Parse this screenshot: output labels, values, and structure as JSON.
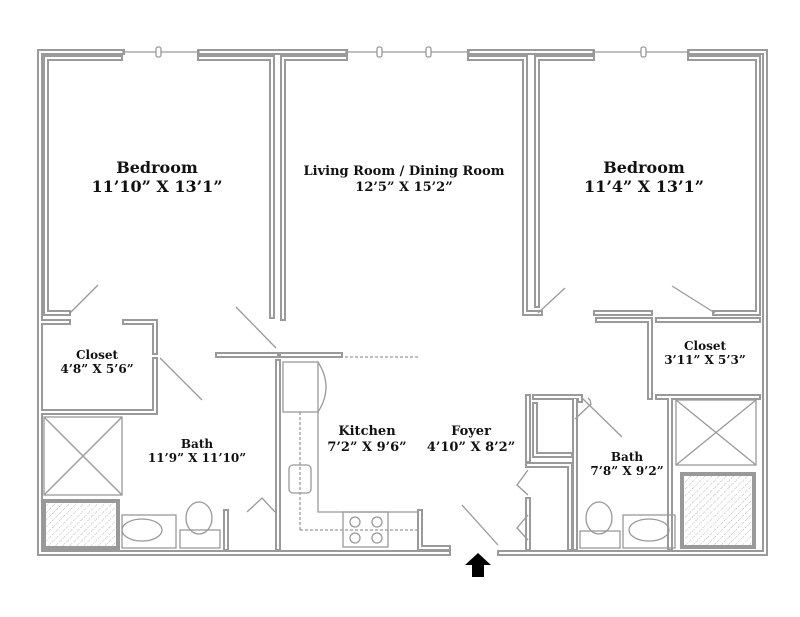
{
  "rooms": {
    "bedroom_left": {
      "name": "Bedroom",
      "size": "11’10” X 13’1”"
    },
    "living": {
      "name": "Living Room / Dining Room",
      "size": "12’5” X 15’2”"
    },
    "bedroom_right": {
      "name": "Bedroom",
      "size": "11’4” X 13’1”"
    },
    "closet_left": {
      "name": "Closet",
      "size": "4’8” X 5’6”"
    },
    "bath_left": {
      "name": "Bath",
      "size": "11’9” X 11’10”"
    },
    "kitchen": {
      "name": "Kitchen",
      "size": "7’2” X 9’6”"
    },
    "foyer": {
      "name": "Foyer",
      "size": "4’10” X 8’2”"
    },
    "closet_right": {
      "name": "Closet",
      "size": "3’11” X 5’3”"
    },
    "bath_right": {
      "name": "Bath",
      "size": "7’8” X 9’2”"
    }
  },
  "colors": {
    "wall": "#9a9a9a",
    "text": "#111111"
  }
}
